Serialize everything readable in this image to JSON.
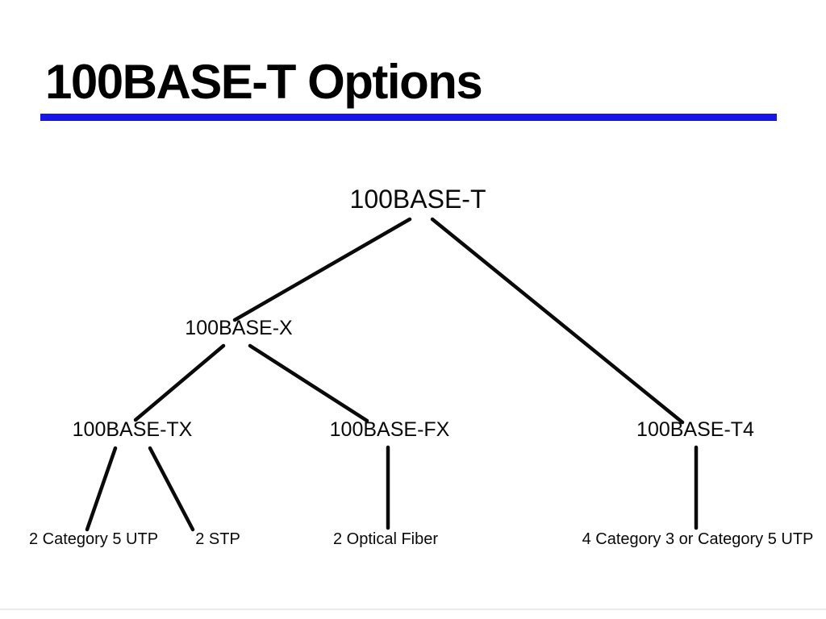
{
  "slide": {
    "title": "100BASE-T Options"
  },
  "colors": {
    "accent_rule": "#1616e8",
    "text": "#000000",
    "connector_line": "#0a0a0a",
    "background": "#ffffff",
    "bottom_edge_hairline": "#ebebeb"
  },
  "diagram": {
    "type": "tree",
    "nodes": [
      {
        "label": "100BASE-T",
        "parent": null
      },
      {
        "label": "100BASE-X",
        "parent": "100BASE-T"
      },
      {
        "label": "100BASE-TX",
        "parent": "100BASE-X"
      },
      {
        "label": "100BASE-FX",
        "parent": "100BASE-X"
      },
      {
        "label": "100BASE-T4",
        "parent": "100BASE-T"
      },
      {
        "label": "2 Category 5 UTP",
        "parent": "100BASE-TX"
      },
      {
        "label": "2 STP",
        "parent": "100BASE-TX"
      },
      {
        "label": "2 Optical Fiber",
        "parent": "100BASE-FX"
      },
      {
        "label": "4 Category 3 or Category 5 UTP",
        "parent": "100BASE-T4"
      }
    ]
  }
}
